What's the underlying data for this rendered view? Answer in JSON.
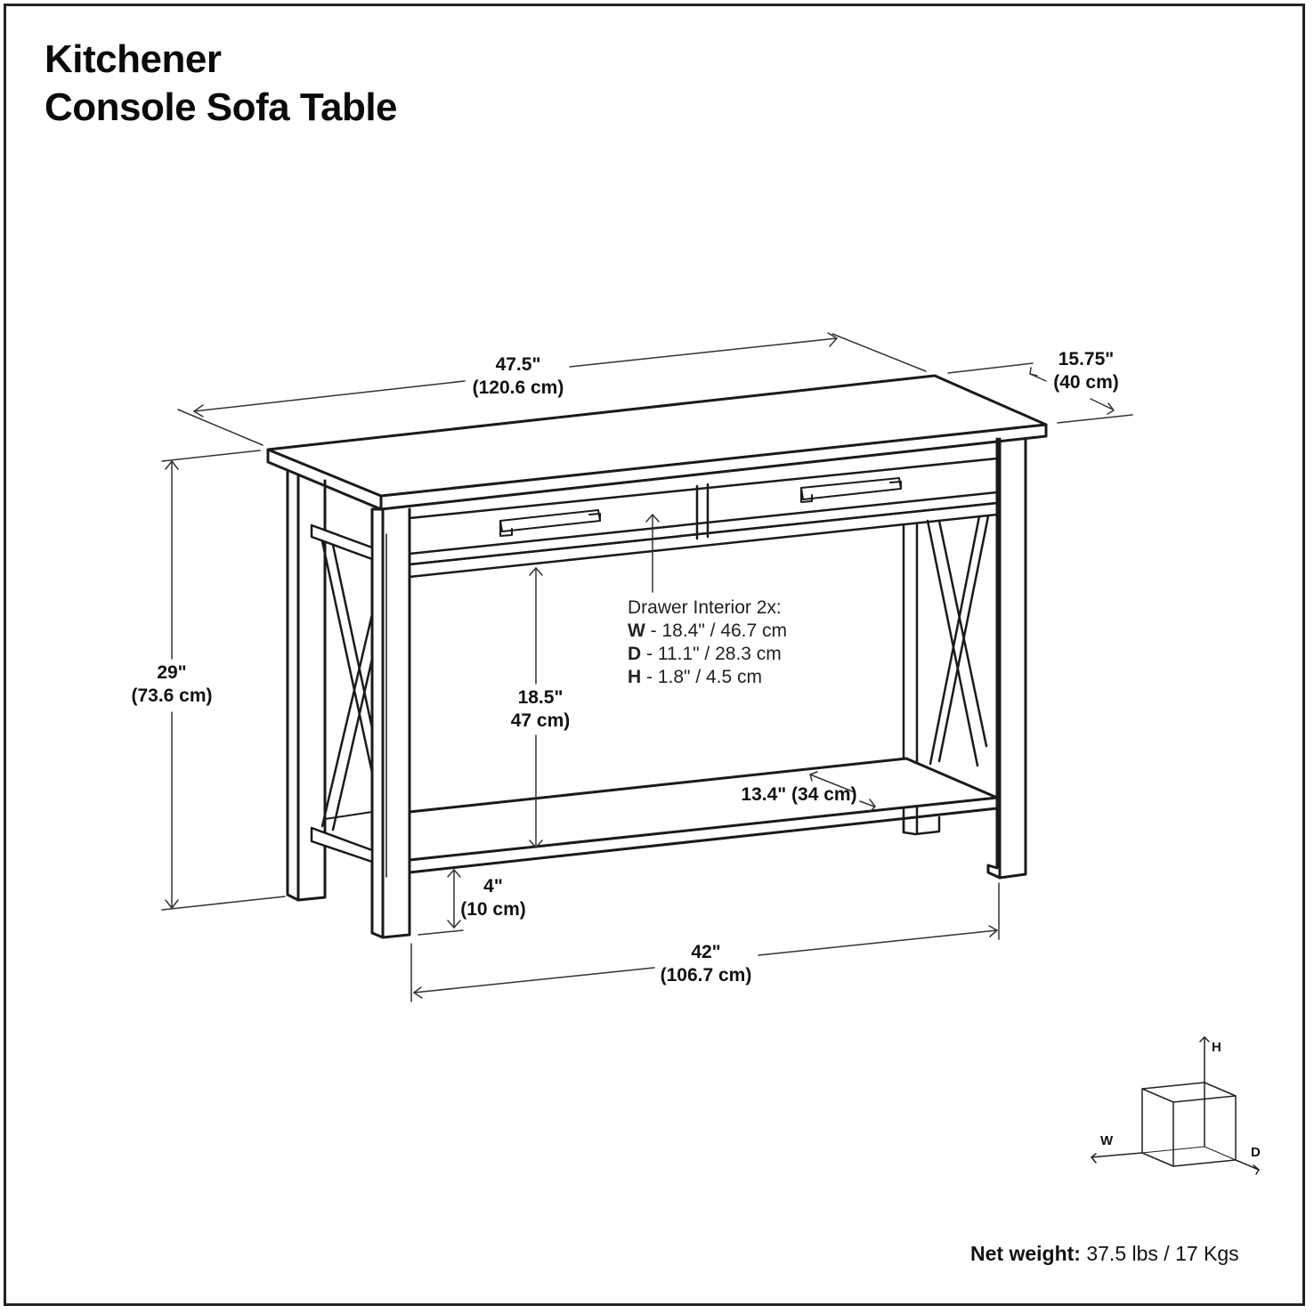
{
  "title": {
    "line1": "Kitchener",
    "line2": "Console Sofa Table"
  },
  "dimensions": {
    "overall_width": {
      "imperial": "47.5\"",
      "metric": "(120.6 cm)"
    },
    "overall_depth": {
      "imperial": "15.75\"",
      "metric": "(40 cm)"
    },
    "overall_height": {
      "imperial": "29\"",
      "metric": "(73.6 cm)"
    },
    "shelf_clearance": {
      "imperial": "18.5\"",
      "metric": "47 cm)"
    },
    "shelf_depth": {
      "text": "13.4\" (34 cm)"
    },
    "floor_clearance": {
      "imperial": "4\"",
      "metric": "(10 cm)"
    },
    "leg_span_width": {
      "imperial": "42\"",
      "metric": "(106.7 cm)"
    }
  },
  "drawer_interior": {
    "heading": "Drawer Interior 2x:",
    "rows": [
      {
        "key": "W",
        "value": " - 18.4\" / 46.7 cm"
      },
      {
        "key": "D",
        "value": " - 11.1\" / 28.3 cm"
      },
      {
        "key": "H",
        "value": " - 1.8\" / 4.5 cm"
      }
    ]
  },
  "axis_legend": {
    "h": "H",
    "w": "W",
    "d": "D"
  },
  "net_weight": {
    "label": "Net weight:",
    "value": " 37.5 lbs / 17 Kgs"
  }
}
